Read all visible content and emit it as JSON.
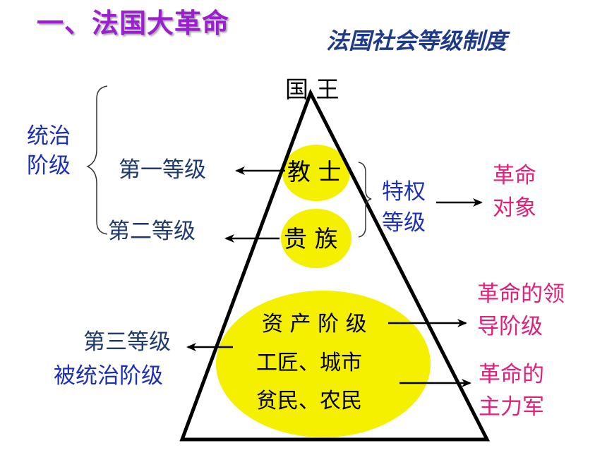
{
  "title": "一、法国大革命",
  "subtitle": "法国社会等级制度",
  "king": "国 王",
  "ruling_class": [
    "统治",
    "阶级"
  ],
  "estates": {
    "first": "第一等级",
    "second": "第二等级",
    "third": "第三等级"
  },
  "groups": {
    "clergy": "教 士",
    "nobility": "贵 族",
    "bourgeoisie": "资 产 阶 级",
    "artisans": "工匠、城市",
    "poor": "贫民、农民"
  },
  "privileged": [
    "特权",
    "等级"
  ],
  "targets": {
    "revolution_object": [
      "革命",
      "对象"
    ],
    "leading_class": [
      "革命的领",
      "导阶级"
    ],
    "main_force": [
      "革命的",
      "主力军"
    ]
  },
  "ruled_class": "被统治阶级",
  "colors": {
    "title": "#9b1fd0",
    "subtitle": "#1f3a8a",
    "class_text": "#1c2fb8",
    "estate_text": "#1f3a6e",
    "revolution_text": "#e0207a",
    "oval_fill": "#f5f000"
  }
}
